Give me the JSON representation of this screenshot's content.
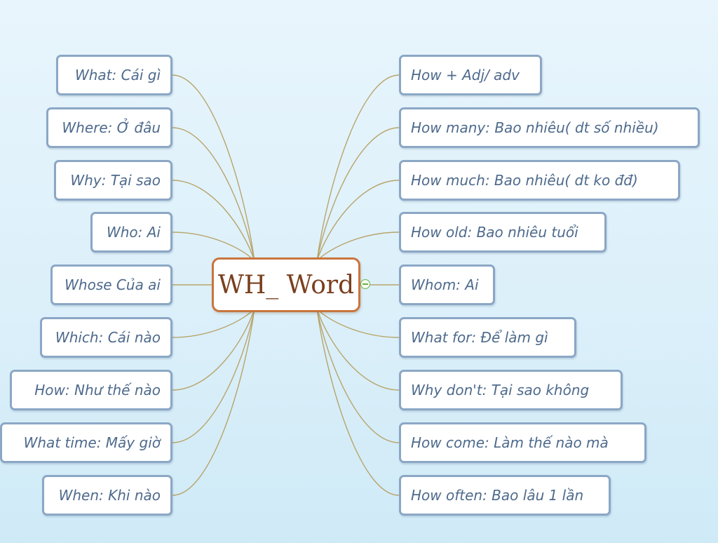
{
  "center": {
    "label": "WH_ Word"
  },
  "branches": {
    "left": [
      "What: Cái gì",
      "Where: Ở đâu",
      "Why: Tại sao",
      "Who: Ai",
      "Whose Của ai",
      "Which: Cái nào",
      "How: Như thế nào",
      "What time: Mấy giờ",
      "When: Khi nào"
    ],
    "right": [
      "How + Adj/ adv",
      "How many: Bao nhiêu( dt số nhiều)",
      "How much: Bao nhiêu( dt ko đđ)",
      "How old: Bao nhiêu tuổi",
      "Whom: Ai",
      "What for: Để làm gì",
      "Why don't: Tại sao không",
      "How come: Làm thế nào mà",
      "How often: Bao lâu 1 lần"
    ]
  },
  "colors": {
    "connector": "#b8a46a",
    "node_border": "#8ba7c5",
    "node_text": "#4e6a8c",
    "center_border": "#c9753f",
    "center_text": "#7a3f1e",
    "collapse_toggle": "#6ab04c"
  },
  "icons": {
    "collapse": "minus-circle-icon"
  }
}
